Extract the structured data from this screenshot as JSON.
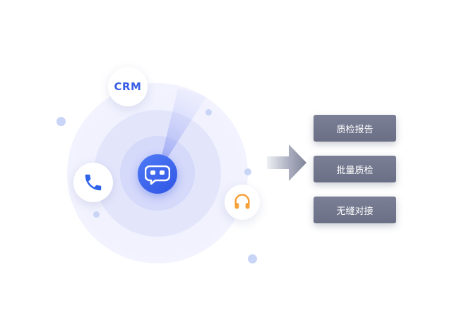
{
  "colors": {
    "accent": "#3a5ee6",
    "bot_bg": "#2f55e4",
    "ring": "#e3e6fb",
    "button_bg": "#6f7389",
    "headset": "#f6a23a"
  },
  "crm_bubble": {
    "label": "CRM"
  },
  "icons": {
    "phone": "phone-icon",
    "bot": "chatbot-icon",
    "headset": "headset-icon",
    "arrow": "arrow-right-icon"
  },
  "actions": [
    {
      "label": "质检报告"
    },
    {
      "label": "批量质检"
    },
    {
      "label": "无缝对接"
    }
  ]
}
